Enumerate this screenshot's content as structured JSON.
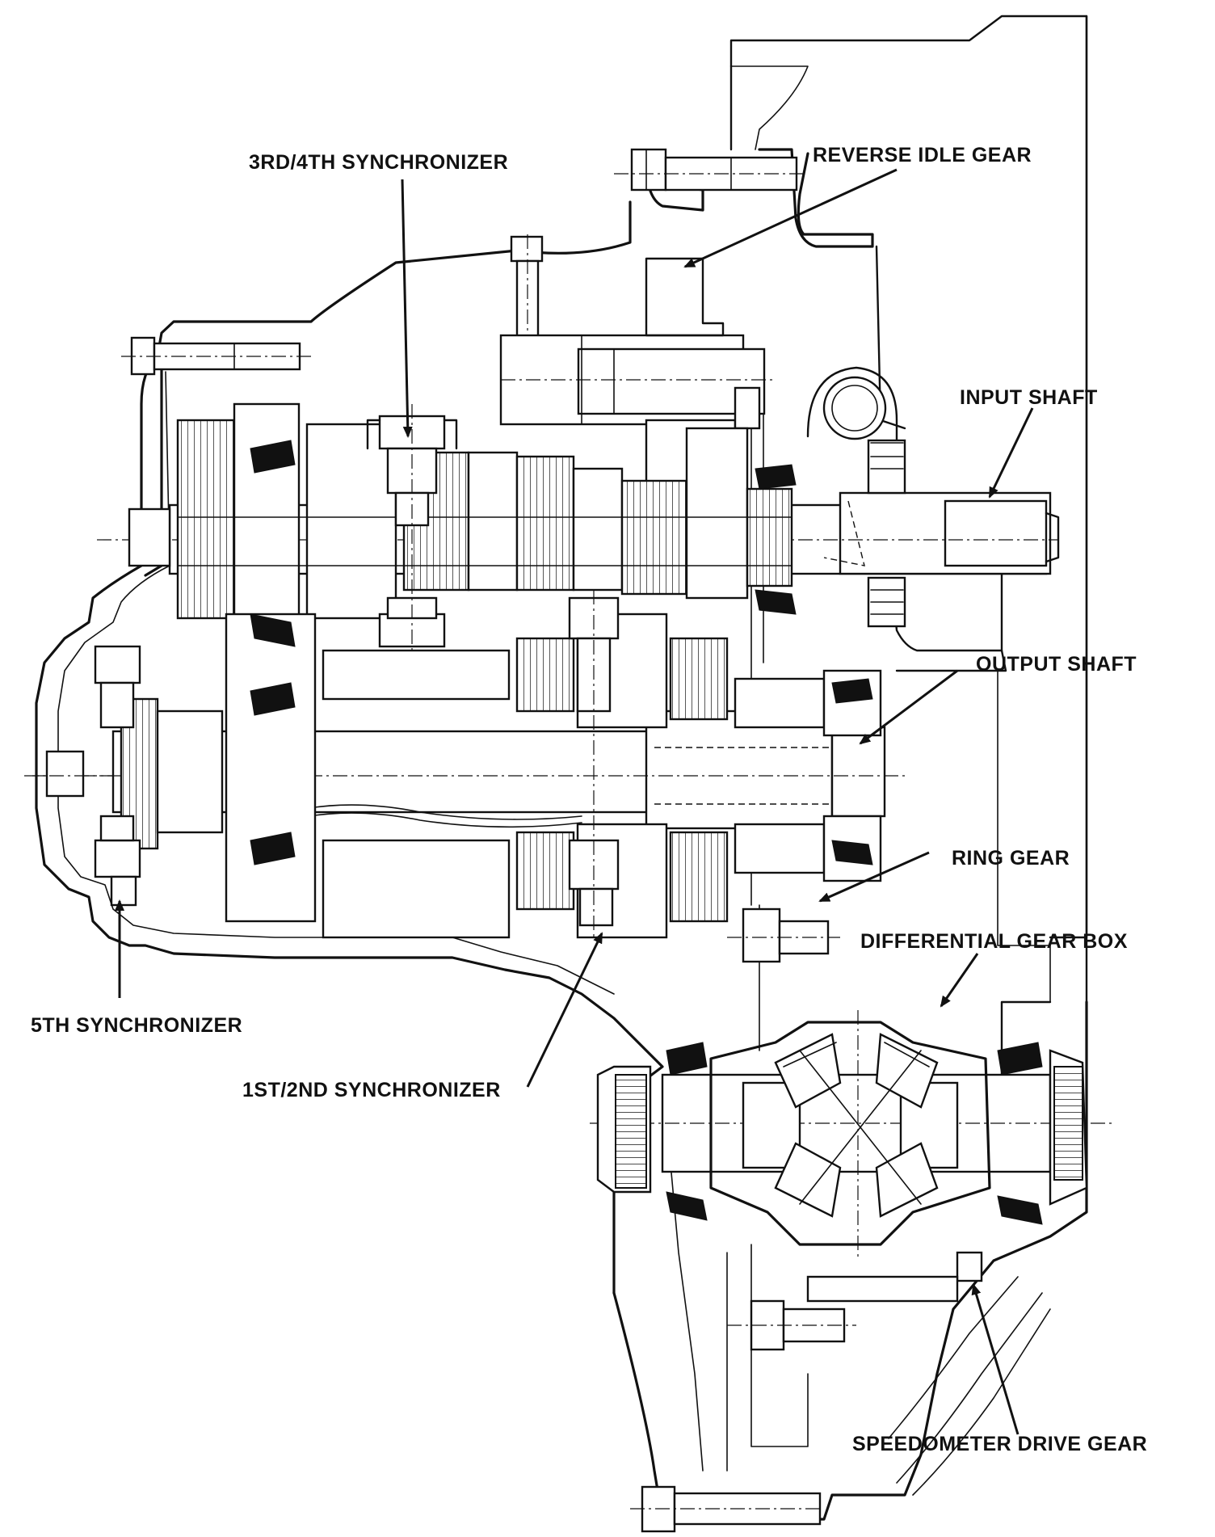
{
  "labels": {
    "sync34": "3RD/4TH SYNCHRONIZER",
    "reverse_idle": "REVERSE IDLE GEAR",
    "input_shaft": "INPUT SHAFT",
    "output_shaft": "OUTPUT SHAFT",
    "ring_gear": "RING GEAR",
    "diff_box": "DIFFERENTIAL GEAR BOX",
    "sync5": "5TH SYNCHRONIZER",
    "sync12": "1ST/2ND SYNCHRONIZER",
    "speedo": "SPEEDOMETER DRIVE GEAR"
  },
  "colors": {
    "ink": "#111111",
    "paper": "#ffffff"
  }
}
